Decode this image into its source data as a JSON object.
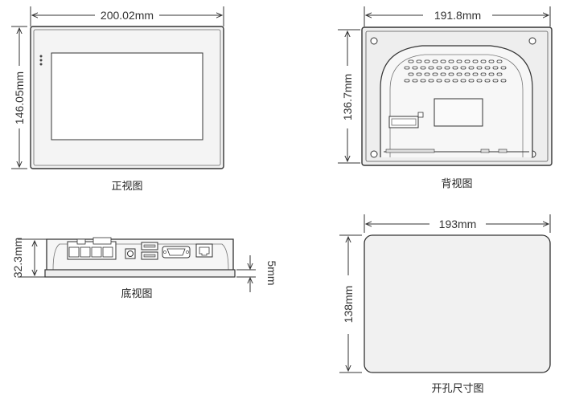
{
  "views": {
    "front": {
      "caption": "正视图",
      "width_label": "200.02mm",
      "height_label": "146.05mm"
    },
    "back": {
      "caption": "背视图",
      "width_label": "191.8mm",
      "height_label": "136.7mm"
    },
    "bottom": {
      "caption": "底视图",
      "height_label": "32.3mm",
      "depth_label": "5mm"
    },
    "cutout": {
      "caption": "开孔尺寸图",
      "width_label": "193mm",
      "height_label": "138mm"
    }
  },
  "colors": {
    "line": "#333333",
    "panel_fill": "#f4f4f4",
    "screen_fill": "#ffffff",
    "back_fill": "#eeeeee",
    "cutout_fill": "#f1f1f1"
  }
}
